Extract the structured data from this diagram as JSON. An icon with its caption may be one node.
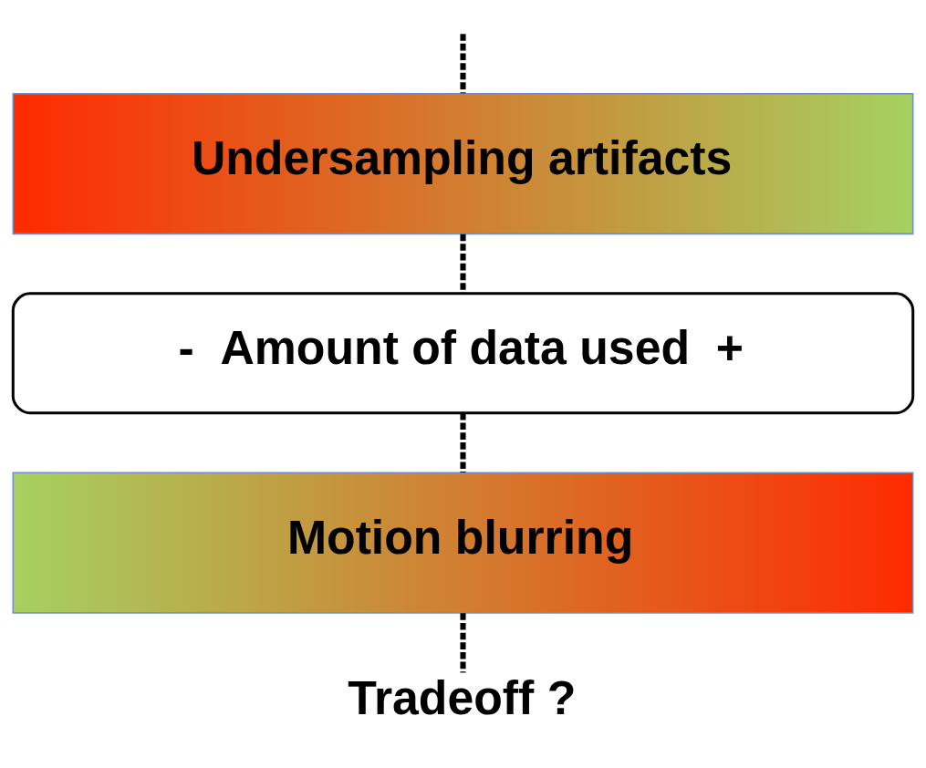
{
  "diagram": {
    "nodes": [
      {
        "text": [
          "Undersampling artifacts"
        ]
      },
      {
        "text": [
          "-  Amount of data used  +"
        ]
      },
      {
        "text": [
          "Motion blurring"
        ]
      },
      {
        "text": [
          "Tradeoff ?"
        ]
      }
    ],
    "edges": [
      {
        "from": null,
        "to": 0,
        "arrow": "none",
        "style": "dashed"
      },
      {
        "from": 0,
        "to": 1,
        "arrow": "none",
        "style": "dashed"
      },
      {
        "from": 1,
        "to": 2,
        "arrow": "none",
        "style": "dashed"
      },
      {
        "from": 2,
        "to": 3,
        "arrow": "none",
        "style": "dashed"
      }
    ]
  }
}
